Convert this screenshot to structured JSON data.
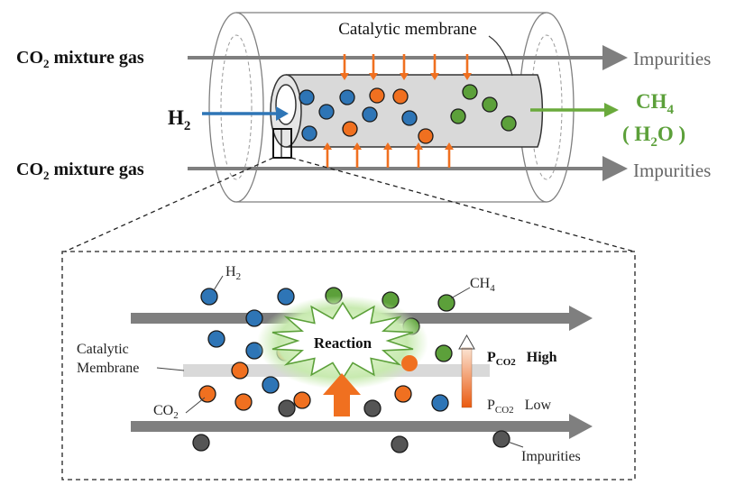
{
  "colors": {
    "h2": "#2e75b6",
    "co2": "#f07020",
    "ch4": "#5ca03a",
    "impurity": "#555555",
    "gas_arrow": "#7f7f7f",
    "h2_arrow": "#2e75b6",
    "ch4_arrow": "#6aaa3c",
    "orange_arrow": "#f07020",
    "membrane": "#d9d9d9"
  },
  "top": {
    "membrane_label": "Catalytic membrane",
    "inlet_top": {
      "main": "CO",
      "sub": "2",
      "rest": " mixture gas"
    },
    "inlet_bottom": {
      "main": "CO",
      "sub": "2",
      "rest": " mixture gas"
    },
    "outlet_top": "Impurities",
    "outlet_bottom": "Impurities",
    "h2_feed": {
      "main": "H",
      "sub": "2"
    },
    "ch4_product": {
      "main": "CH",
      "sub": "4"
    },
    "h2o_product": {
      "open": "( H",
      "sub": "2",
      "close": "O )"
    }
  },
  "detail": {
    "h2_label": {
      "main": "H",
      "sub": "2"
    },
    "ch4_label": {
      "main": "CH",
      "sub": "4"
    },
    "co2_label": {
      "main": "CO",
      "sub": "2"
    },
    "membrane_line1": "Catalytic",
    "membrane_line2": "Membrane",
    "reaction_label": "Reaction",
    "p_high": {
      "main": "P",
      "sub": "CO2",
      "word": "High"
    },
    "p_low": {
      "main": "P",
      "sub": "CO2",
      "word": "Low"
    },
    "impurities_label": "Impurities"
  }
}
